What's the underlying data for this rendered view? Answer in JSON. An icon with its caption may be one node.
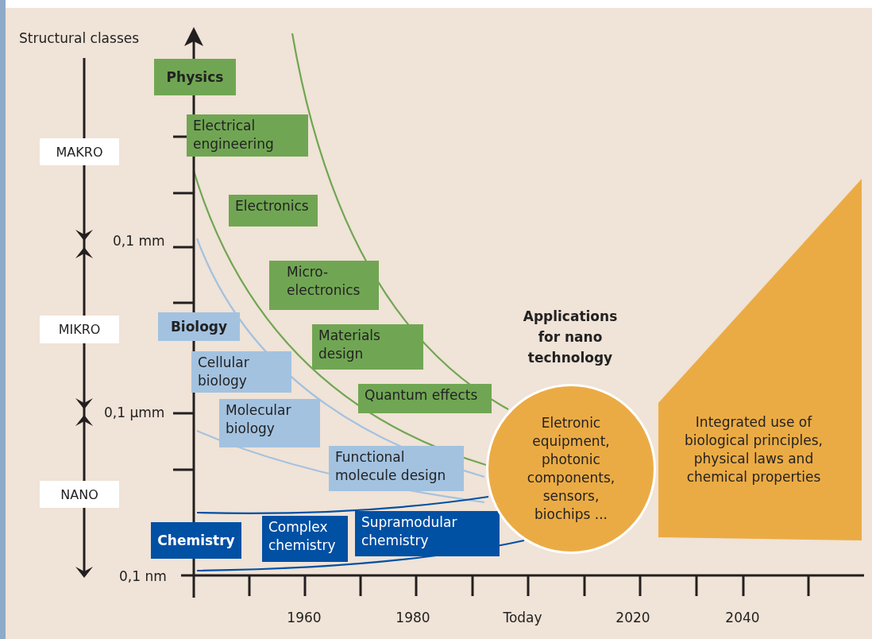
{
  "diagram": {
    "nodes": [
      {
        "text": [
          "Physics"
        ]
      },
      {
        "text": [
          "Electrical engineering"
        ]
      },
      {
        "text": [
          "Electronics"
        ]
      },
      {
        "text": [
          "Micro-electronics"
        ]
      },
      {
        "text": [
          "Materials design"
        ]
      },
      {
        "text": [
          "Quantum effects"
        ]
      },
      {
        "text": [
          "Biology"
        ]
      },
      {
        "text": [
          "Cellular biology"
        ]
      },
      {
        "text": [
          "Molecular biology"
        ]
      },
      {
        "text": [
          "Functional molecule design"
        ]
      },
      {
        "text": [
          "Chemistry"
        ]
      },
      {
        "text": [
          "Complex chemistry"
        ]
      },
      {
        "text": [
          "Supramodular chemistry"
        ]
      },
      {
        "text": [
          "Eletronic equipment, photonic components, sensors, biochips ..."
        ]
      },
      {
        "text": [
          "Integrated use of biological principles, physical laws and chemical properties"
        ]
      },
      {
        "text": [
          "MAKRO"
        ]
      },
      {
        "text": [
          "MIKRO"
        ]
      },
      {
        "text": [
          "NANO"
        ]
      }
    ],
    "labels": [
      "Structural classes",
      "0,1 mm",
      "0,1 µmm",
      "0,1 nm",
      "Applications for nano technology",
      "1960",
      "1980",
      "Today",
      "2020",
      "2040"
    ]
  }
}
